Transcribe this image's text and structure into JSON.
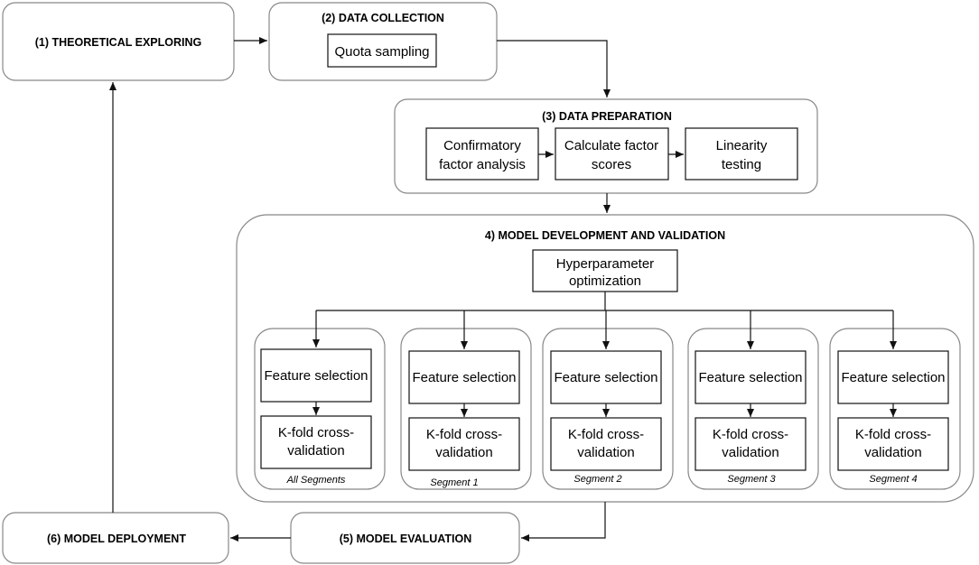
{
  "stages": {
    "theoretical_exploring": "(1) THEORETICAL EXPLORING",
    "data_collection": "(2) DATA COLLECTION",
    "data_preparation": "(3) DATA PREPARATION",
    "model_development": "4) MODEL DEVELOPMENT AND VALIDATION",
    "model_evaluation": "(5) MODEL EVALUATION",
    "model_deployment": "(6) MODEL DEPLOYMENT"
  },
  "data_collection": {
    "method": "Quota sampling"
  },
  "data_preparation": {
    "steps": [
      {
        "line1": "Confirmatory",
        "line2": "factor analysis"
      },
      {
        "line1": "Calculate factor",
        "line2": "scores"
      },
      {
        "line1": "Linearity",
        "line2": "testing"
      }
    ]
  },
  "model_development": {
    "hyperparameter": {
      "line1": "Hyperparameter",
      "line2": "optimization"
    },
    "segments": [
      {
        "label": "All Segments",
        "feature": "Feature selection",
        "kfold1": "K-fold cross-",
        "kfold2": "validation"
      },
      {
        "label": "Segment 1",
        "feature": "Feature selection",
        "kfold1": "K-fold cross-",
        "kfold2": "validation"
      },
      {
        "label": "Segment 2",
        "feature": "Feature selection",
        "kfold1": "K-fold cross-",
        "kfold2": "validation"
      },
      {
        "label": "Segment 3",
        "feature": "Feature selection",
        "kfold1": "K-fold cross-",
        "kfold2": "validation"
      },
      {
        "label": "Segment 4",
        "feature": "Feature selection",
        "kfold1": "K-fold cross-",
        "kfold2": "validation"
      }
    ]
  }
}
